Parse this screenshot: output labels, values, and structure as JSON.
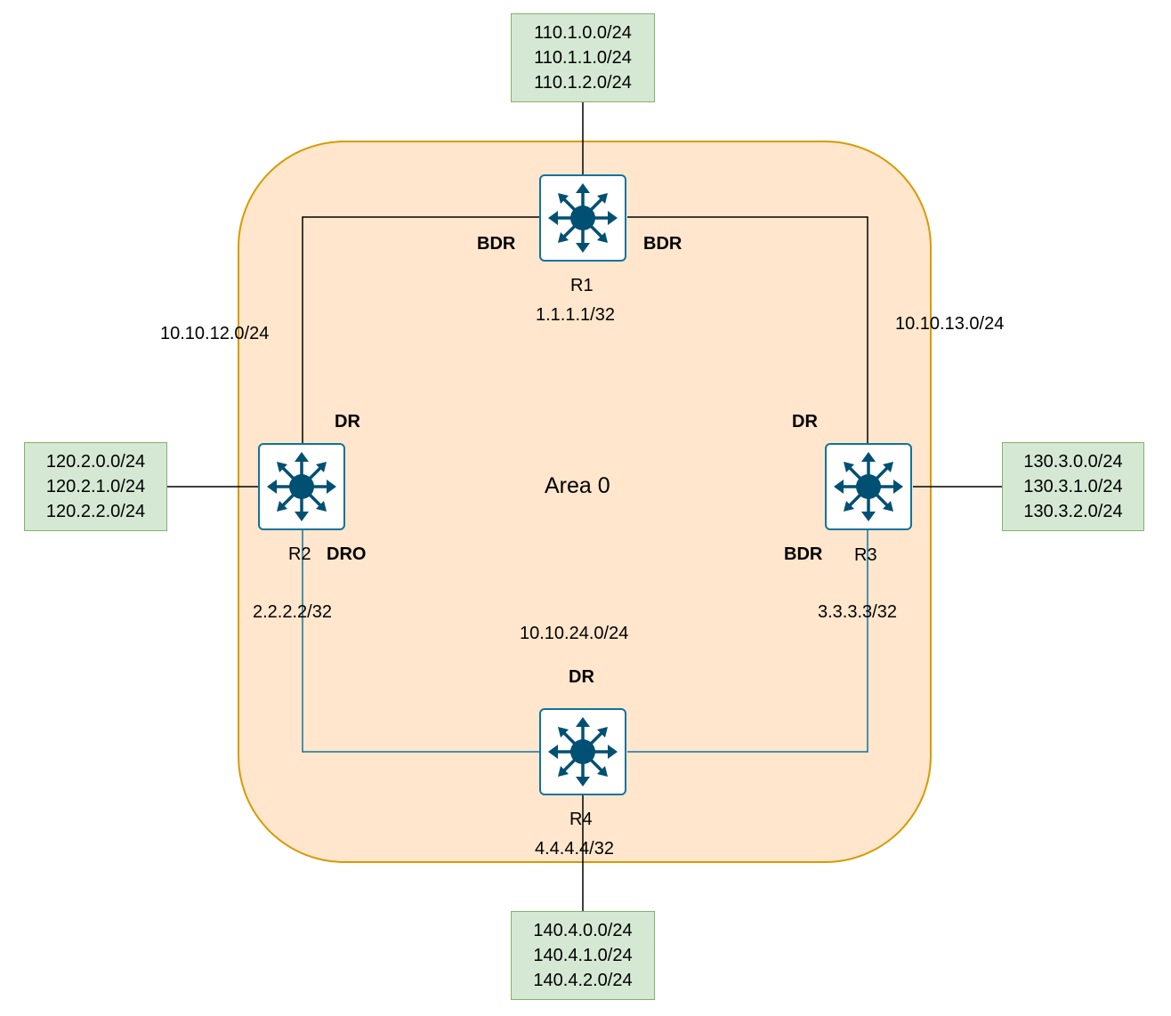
{
  "area": {
    "label": "Area 0"
  },
  "routers": {
    "r1": {
      "name": "R1",
      "loopback": "1.1.1.1/32"
    },
    "r2": {
      "name": "R2",
      "loopback": "2.2.2.2/32"
    },
    "r3": {
      "name": "R3",
      "loopback": "3.3.3.3/32"
    },
    "r4": {
      "name": "R4",
      "loopback": "4.4.4.4/32"
    }
  },
  "links": {
    "r1_r2": {
      "subnet": "10.10.12.0/24"
    },
    "r1_r3": {
      "subnet": "10.10.13.0/24"
    },
    "r2_r4_r3": {
      "subnet": "10.10.24.0/24"
    }
  },
  "roles": {
    "r1_left": "BDR",
    "r1_right": "BDR",
    "r2_top": "DR",
    "r2_bottom": "DRO",
    "r3_top": "DR",
    "r3_bottom": "BDR",
    "r4_top": "DR"
  },
  "networks": {
    "r1": [
      "110.1.0.0/24",
      "110.1.1.0/24",
      "110.1.2.0/24"
    ],
    "r2": [
      "120.2.0.0/24",
      "120.2.1.0/24",
      "120.2.2.0/24"
    ],
    "r3": [
      "130.3.0.0/24",
      "130.3.1.0/24",
      "130.3.2.0/24"
    ],
    "r4": [
      "140.4.0.0/24",
      "140.4.1.0/24",
      "140.4.2.0/24"
    ]
  },
  "colors": {
    "area_fill": "#ffe6cc",
    "area_border": "#d79b00",
    "subnet_fill": "#d5e8d4",
    "subnet_border": "#82b366",
    "router_color": "#10739e",
    "router_glyph": "#005073",
    "link_blue": "#10739e",
    "link_black": "#000000"
  },
  "icons": {
    "router": "router-icon"
  }
}
